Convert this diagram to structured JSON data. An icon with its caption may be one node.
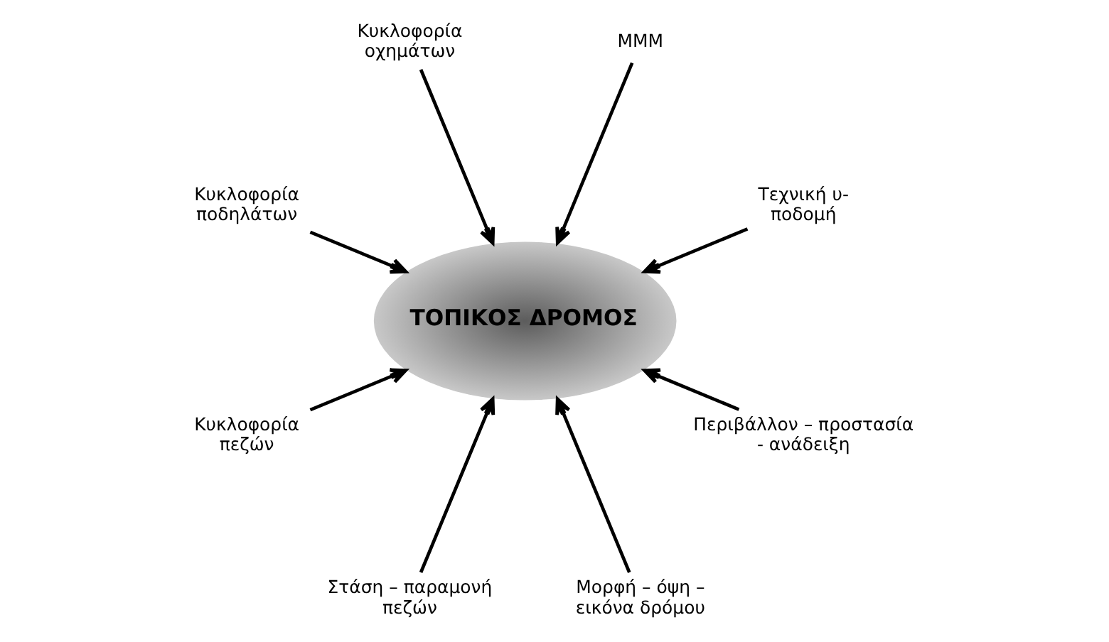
{
  "diagram": {
    "nodes": [
      {
        "text": [
          "Κυκλοφορία ποδηλάτων"
        ]
      },
      {
        "text": [
          "Κυκλοφορία οχημάτων"
        ]
      },
      {
        "text": [
          "ΜΜΜ"
        ]
      },
      {
        "text": [
          "Κυκλοφορία πεζών"
        ]
      },
      {
        "text": [
          "ΤΟΠΙΚΟΣ ΔΡΟΜΟΣ"
        ]
      },
      {
        "text": [
          "Τεχνική υ- ποδομή"
        ]
      },
      {
        "text": [
          "Στάση – παραμονή πεζών"
        ]
      },
      {
        "text": [
          "Μορφή – όψη – εικόνα δρόμου"
        ]
      },
      {
        "text": [
          "Περιβάλλον – προστασία - ανάδειξη"
        ]
      }
    ],
    "edges": [
      {
        "from": 0,
        "to": 4,
        "arrow": "to"
      },
      {
        "from": 1,
        "to": 4,
        "arrow": "to"
      },
      {
        "from": 2,
        "to": 4,
        "arrow": "to"
      },
      {
        "from": 3,
        "to": 4,
        "arrow": "to"
      },
      {
        "from": 5,
        "to": 4,
        "arrow": "to"
      },
      {
        "from": 6,
        "to": 4,
        "arrow": "to"
      },
      {
        "from": 7,
        "to": 4,
        "arrow": "to"
      },
      {
        "from": 8,
        "to": 4,
        "arrow": "to"
      }
    ]
  }
}
